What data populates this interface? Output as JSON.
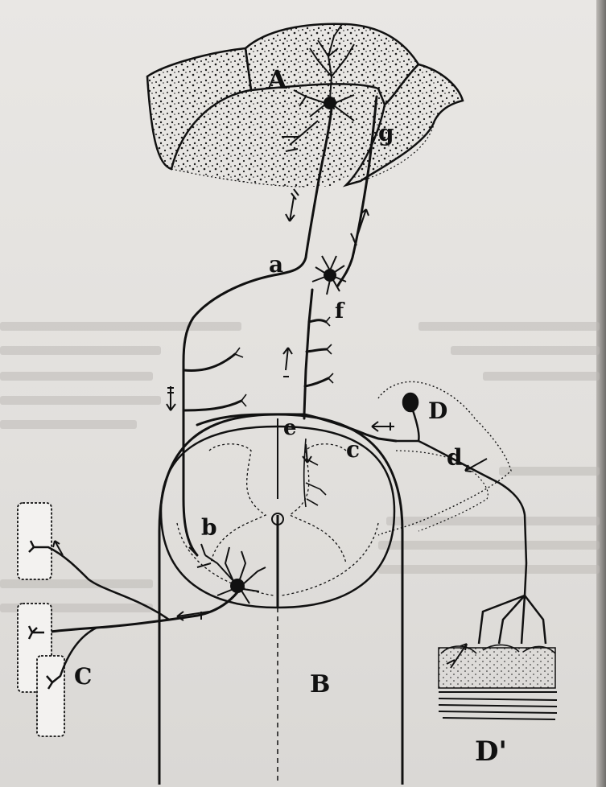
{
  "figure": {
    "labels": {
      "A": "A",
      "B": "B",
      "C": "C",
      "D": "D",
      "D_prime": "D'",
      "a": "a",
      "b": "b",
      "c": "c",
      "d": "d",
      "e": "e",
      "f": "f",
      "g": "g"
    }
  },
  "colors": {
    "ink": "#111111",
    "paper": "#e6e4e1"
  }
}
